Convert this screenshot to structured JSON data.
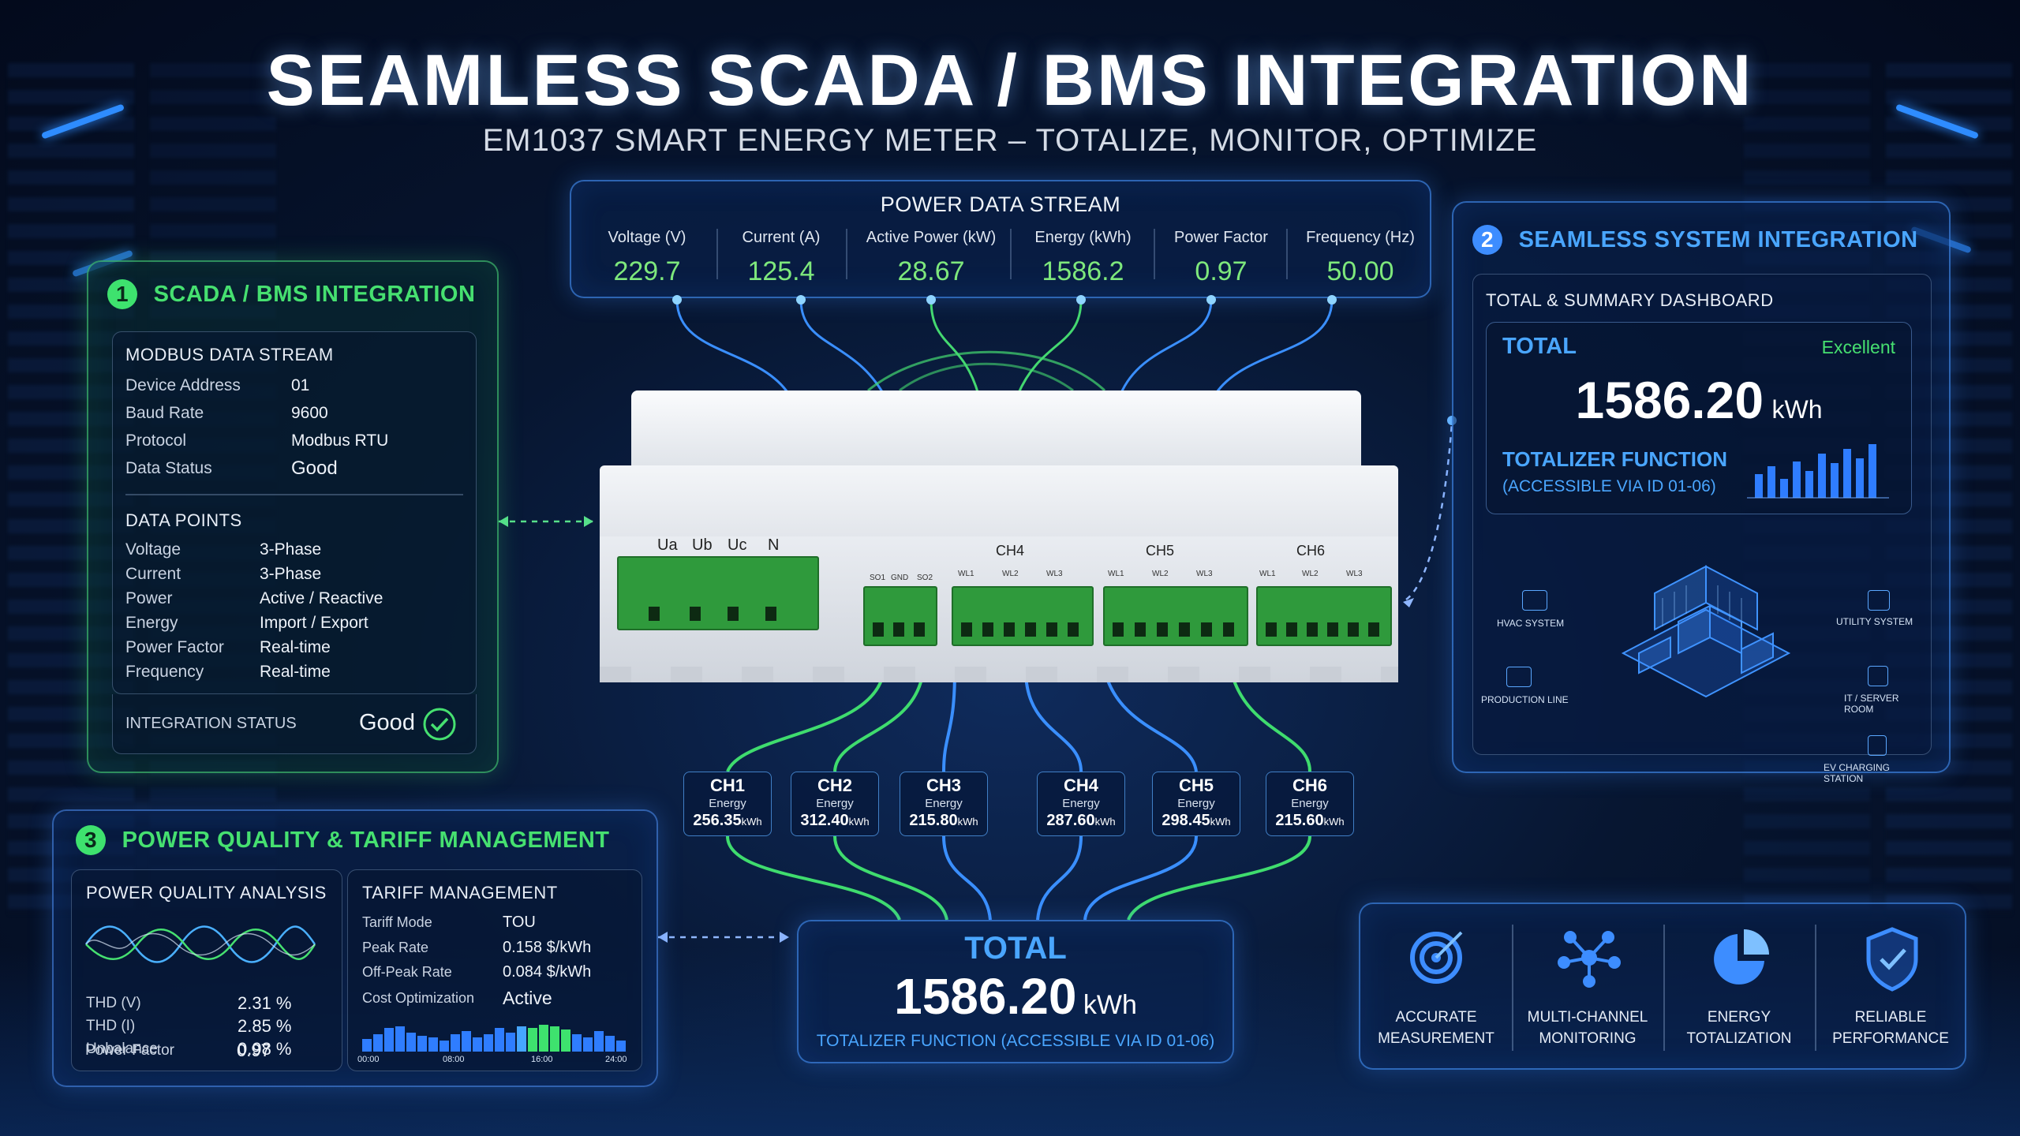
{
  "header": {
    "title": "SEAMLESS SCADA / BMS INTEGRATION",
    "subtitle": "EM1037 SMART ENERGY METER – TOTALIZE, MONITOR, OPTIMIZE"
  },
  "data_stream": {
    "title": "POWER DATA STREAM",
    "items": [
      {
        "label": "Voltage (V)",
        "value": "229.7"
      },
      {
        "label": "Current (A)",
        "value": "125.4"
      },
      {
        "label": "Active Power (kW)",
        "value": "28.67"
      },
      {
        "label": "Energy (kWh)",
        "value": "1586.2"
      },
      {
        "label": "Power Factor",
        "value": "0.97"
      },
      {
        "label": "Frequency (Hz)",
        "value": "50.00"
      }
    ]
  },
  "scada": {
    "number": "1",
    "title": "SCADA / BMS INTEGRATION",
    "modbus_title": "MODBUS DATA STREAM",
    "modbus": [
      {
        "label": "Device Address",
        "value": "01"
      },
      {
        "label": "Baud Rate",
        "value": "9600"
      },
      {
        "label": "Protocol",
        "value": "Modbus RTU"
      },
      {
        "label": "Data Status",
        "value": "Good"
      }
    ],
    "points_title": "DATA POINTS",
    "points": [
      {
        "label": "Voltage",
        "value": "3-Phase"
      },
      {
        "label": "Current",
        "value": "3-Phase"
      },
      {
        "label": "Power",
        "value": "Active / Reactive"
      },
      {
        "label": "Energy",
        "value": "Import / Export"
      },
      {
        "label": "Power Factor",
        "value": "Real-time"
      },
      {
        "label": "Frequency",
        "value": "Real-time"
      }
    ],
    "status_label": "INTEGRATION STATUS",
    "status_value": "Good"
  },
  "integration": {
    "number": "2",
    "title": "SEAMLESS SYSTEM INTEGRATION",
    "dashboard_title": "TOTAL & SUMMARY DASHBOARD",
    "total_label": "TOTAL",
    "total_status": "Excellent",
    "total_value": "1586.20",
    "total_unit": "kWh",
    "totalizer_title": "TOTALIZER FUNCTION",
    "totalizer_sub": "(ACCESSIBLE VIA ID 01-06)",
    "systems": [
      "HVAC SYSTEM",
      "UTILITY SYSTEM",
      "PRODUCTION LINE",
      "IT / SERVER ROOM",
      "EV CHARGING STATION"
    ]
  },
  "quality": {
    "number": "3",
    "title": "POWER QUALITY & TARIFF MANAGEMENT",
    "pq_title": "POWER QUALITY ANALYSIS",
    "pq": [
      {
        "label": "THD (V)",
        "value": "2.31 %"
      },
      {
        "label": "THD (I)",
        "value": "2.85 %"
      },
      {
        "label": "Unbalance",
        "value": "0.98 %"
      },
      {
        "label": "Power Factor",
        "value": "0.97"
      }
    ],
    "tariff_title": "TARIFF MANAGEMENT",
    "tariff": [
      {
        "label": "Tariff Mode",
        "value": "TOU"
      },
      {
        "label": "Peak Rate",
        "value": "0.158 $/kWh"
      },
      {
        "label": "Off-Peak Rate",
        "value": "0.084 $/kWh"
      },
      {
        "label": "Cost Optimization",
        "value": "Active"
      }
    ],
    "times": [
      "00:00",
      "08:00",
      "16:00",
      "24:00"
    ]
  },
  "device": {
    "terminals_left": [
      "Ua",
      "Ub",
      "Uc",
      "N"
    ],
    "terminal_mid": [
      "SO1",
      "GND",
      "SO2"
    ],
    "channels": [
      "CH4",
      "CH5",
      "CH6"
    ],
    "wires": [
      "WL1",
      "WL2",
      "WL3"
    ]
  },
  "channels": [
    {
      "name": "CH1",
      "label": "Energy",
      "value": "256.35",
      "unit": "kWh"
    },
    {
      "name": "CH2",
      "label": "Energy",
      "value": "312.40",
      "unit": "kWh"
    },
    {
      "name": "CH3",
      "label": "Energy",
      "value": "215.80",
      "unit": "kWh"
    },
    {
      "name": "CH4",
      "label": "Energy",
      "value": "287.60",
      "unit": "kWh"
    },
    {
      "name": "CH5",
      "label": "Energy",
      "value": "298.45",
      "unit": "kWh"
    },
    {
      "name": "CH6",
      "label": "Energy",
      "value": "215.60",
      "unit": "kWh"
    }
  ],
  "total": {
    "label": "TOTAL",
    "value": "1586.20",
    "unit": "kWh",
    "caption": "TOTALIZER FUNCTION (ACCESSIBLE VIA ID 01-06)"
  },
  "features": [
    {
      "line1": "ACCURATE",
      "line2": "MEASUREMENT",
      "icon": "target-icon"
    },
    {
      "line1": "MULTI-CHANNEL",
      "line2": "MONITORING",
      "icon": "network-icon"
    },
    {
      "line1": "ENERGY",
      "line2": "TOTALIZATION",
      "icon": "pie-chart-icon"
    },
    {
      "line1": "RELIABLE",
      "line2": "PERFORMANCE",
      "icon": "shield-check-icon"
    }
  ],
  "colors": {
    "accent_green": "#46e070",
    "accent_blue": "#4aa6ff",
    "value_green": "#7ee87c"
  }
}
